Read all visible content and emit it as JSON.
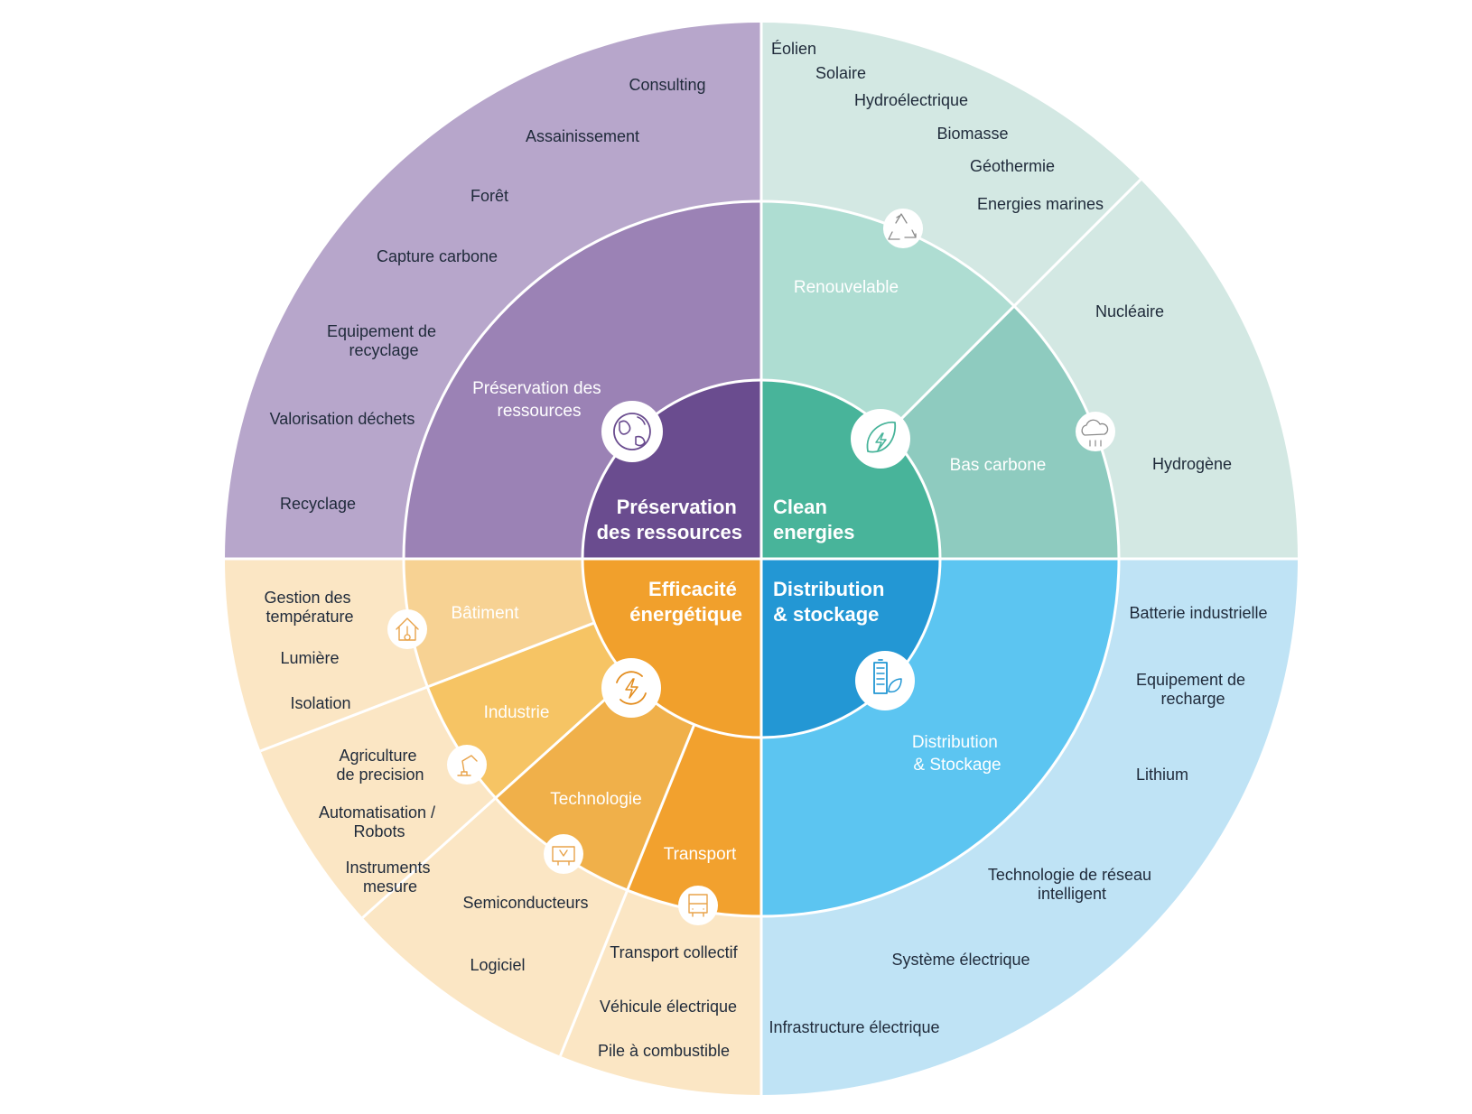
{
  "colors": {
    "background": "#ffffff",
    "separator": "#ffffff",
    "purple_core": "#6a4c8f",
    "purple_mid": "#9b82b5",
    "purple_outer": "#b7a6cb",
    "green_core": "#48b49a",
    "green_mid_a": "#aeddd2",
    "green_mid_b": "#8ecbbf",
    "green_outer": "#d3e8e3",
    "orange_core": "#f1a02c",
    "orange_bat": "#f7d293",
    "orange_ind": "#f6c464",
    "orange_tech": "#f0b04a",
    "orange_trans": "#f2a12e",
    "orange_outer": "#fbe6c4",
    "blue_core": "#2397d4",
    "blue_mid": "#5cc5f1",
    "blue_outer": "#bfe3f5",
    "leaf_text": "#1f2a3a",
    "icon_stroke": "#8a8a8a"
  },
  "core": [
    {
      "id": "preservation",
      "lines": [
        "Préservation",
        "des ressources"
      ]
    },
    {
      "id": "clean",
      "lines": [
        "Clean",
        "energies"
      ]
    },
    {
      "id": "efficacite",
      "lines": [
        "Efficacité",
        "énergétique"
      ]
    },
    {
      "id": "distribution",
      "lines": [
        "Distribution",
        "& stockage"
      ]
    }
  ],
  "subcategories": [
    {
      "id": "preservation-sub",
      "lines": [
        "Préservation des",
        "ressources"
      ],
      "icon": "globe-icon"
    },
    {
      "id": "renouvelable",
      "lines": [
        "Renouvelable"
      ],
      "icon": "recycle-icon"
    },
    {
      "id": "bas-carbone",
      "lines": [
        "Bas carbone"
      ],
      "icon": "co2-cloud-icon"
    },
    {
      "id": "batiment",
      "lines": [
        "Bâtiment"
      ],
      "icon": "house-thermometer-icon"
    },
    {
      "id": "industrie",
      "lines": [
        "Industrie"
      ],
      "icon": "robot-arm-icon"
    },
    {
      "id": "technologie",
      "lines": [
        "Technologie"
      ],
      "icon": "circuit-board-icon"
    },
    {
      "id": "transport",
      "lines": [
        "Transport"
      ],
      "icon": "bus-icon"
    },
    {
      "id": "distribution-sub",
      "lines": [
        "Distribution",
        "& Stockage"
      ],
      "icon": "battery-leaf-icon"
    }
  ],
  "center_icons": {
    "clean": "leaf-bolt-icon",
    "efficacite": "bolt-cycle-icon"
  },
  "leaves": {
    "preservation": [
      [
        "Consulting"
      ],
      [
        "Assainissement"
      ],
      [
        "Forêt"
      ],
      [
        "Capture carbone"
      ],
      [
        "Equipement de",
        "recyclage"
      ],
      [
        "Valorisation déchets"
      ],
      [
        "Recyclage"
      ]
    ],
    "renouvelable": [
      [
        "Éolien"
      ],
      [
        "Solaire"
      ],
      [
        "Hydroélectrique"
      ],
      [
        "Biomasse"
      ],
      [
        "Géothermie"
      ],
      [
        "Energies marines"
      ]
    ],
    "bas_carbone": [
      [
        "Nucléaire"
      ],
      [
        "Hydrogène"
      ]
    ],
    "batiment": [
      [
        "Gestion des",
        "température"
      ],
      [
        "Lumière"
      ],
      [
        "Isolation"
      ]
    ],
    "industrie": [
      [
        "Agriculture",
        "de precision"
      ],
      [
        "Automatisation /",
        "Robots"
      ],
      [
        "Instruments",
        "mesure"
      ]
    ],
    "technologie": [
      [
        "Semiconducteurs"
      ],
      [
        "Logiciel"
      ]
    ],
    "transport": [
      [
        "Transport collectif"
      ],
      [
        "Véhicule électrique"
      ],
      [
        "Pile à combustible"
      ]
    ],
    "distribution": [
      [
        "Batterie industrielle"
      ],
      [
        "Equipement de",
        "recharge"
      ],
      [
        "Lithium"
      ],
      [
        "Technologie de réseau",
        "intelligent"
      ],
      [
        "Système électrique"
      ],
      [
        "Infrastructure électrique"
      ]
    ]
  }
}
